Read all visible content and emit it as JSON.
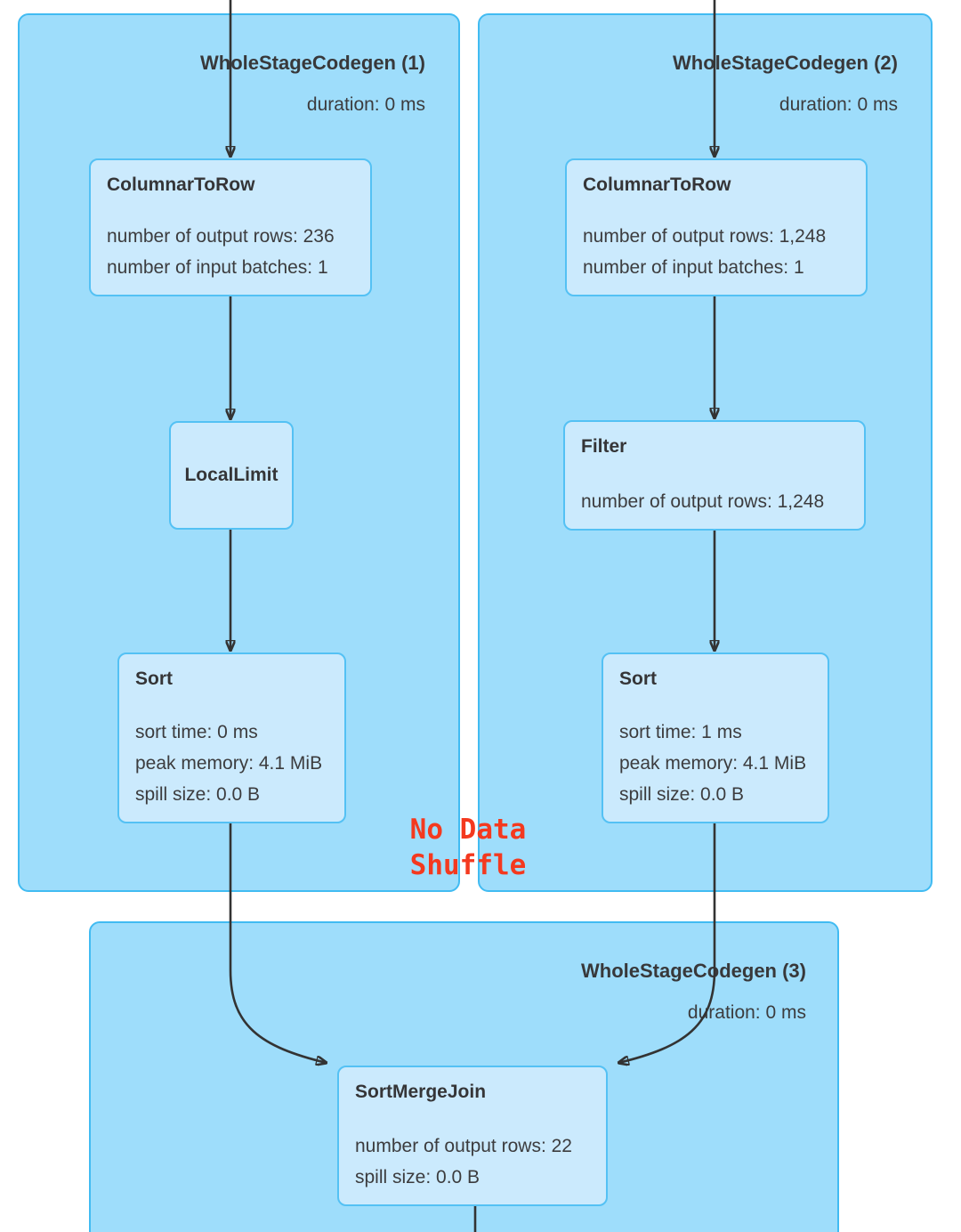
{
  "clusters": [
    {
      "title": "WholeStageCodegen (1)",
      "duration": "duration: 0 ms"
    },
    {
      "title": "WholeStageCodegen (2)",
      "duration": "duration: 0 ms"
    },
    {
      "title": "WholeStageCodegen (3)",
      "duration": "duration: 0 ms"
    }
  ],
  "nodes": [
    {
      "title": "ColumnarToRow",
      "metrics": [
        "number of output rows: 236",
        "number of input batches: 1"
      ]
    },
    {
      "title": "LocalLimit",
      "metrics": []
    },
    {
      "title": "Sort",
      "metrics": [
        "sort time: 0 ms",
        "peak memory: 4.1 MiB",
        "spill size: 0.0 B"
      ]
    },
    {
      "title": "ColumnarToRow",
      "metrics": [
        "number of output rows: 1,248",
        "number of input batches: 1"
      ]
    },
    {
      "title": "Filter",
      "metrics": [
        "number of output rows: 1,248"
      ]
    },
    {
      "title": "Sort",
      "metrics": [
        "sort time: 1 ms",
        "peak memory: 4.1 MiB",
        "spill size: 0.0 B"
      ]
    },
    {
      "title": "SortMergeJoin",
      "metrics": [
        "number of output rows: 22",
        "spill size: 0.0 B"
      ]
    }
  ],
  "annotation": {
    "line1": "No Data",
    "line2": "Shuffle",
    "color": "#f4391f"
  },
  "colors": {
    "cluster_fill": "#9eddfb",
    "cluster_border": "#41bbf2",
    "node_fill": "#cbeafd",
    "node_border": "#54c1f4",
    "edge": "#333333",
    "text": "#3c3c3e",
    "annotation_red": "#f4391f"
  }
}
